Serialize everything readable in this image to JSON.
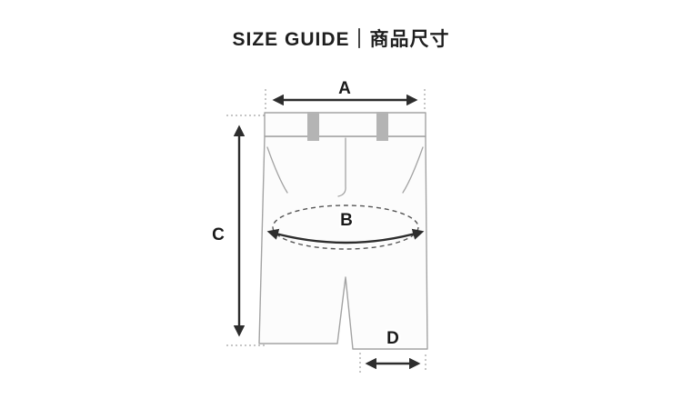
{
  "title": "SIZE GUIDE｜商品尺寸",
  "diagram": {
    "product": "shorts",
    "labels": {
      "a": "A",
      "b": "B",
      "c": "C",
      "d": "D"
    }
  },
  "colors": {
    "background": "#ffffff",
    "title_text": "#1f1f1f",
    "garment_outline": "#a3a3a3",
    "garment_fill": "#fcfcfc",
    "belt_loop": "#b4b4b4",
    "measurement_arrow": "#2d2d2d",
    "guide_line": "#8e8e8e"
  }
}
